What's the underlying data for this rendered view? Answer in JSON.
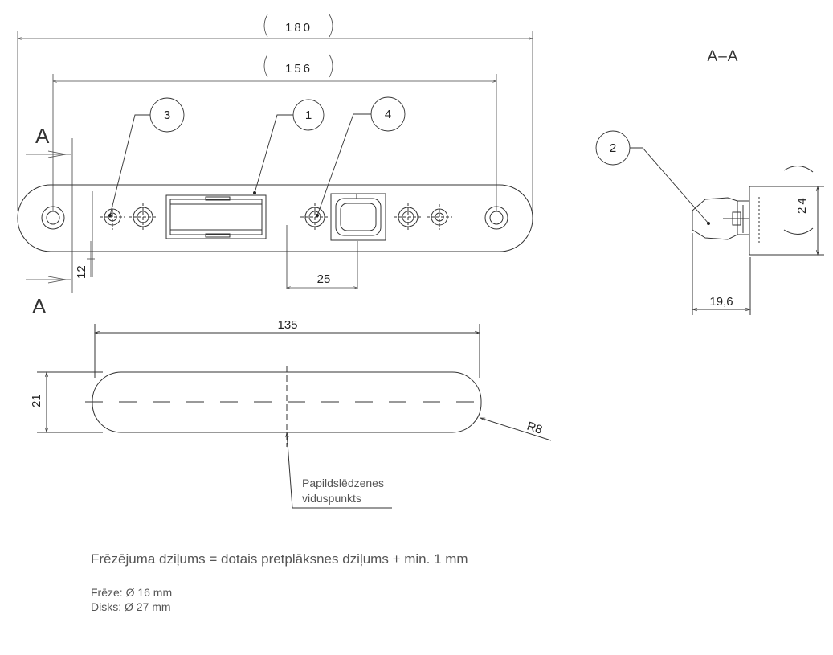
{
  "dimensions": {
    "total_length": "180",
    "hole_spacing": "156",
    "cut_length": "135",
    "cut_width": "21",
    "radius": "R8",
    "offset_12": "12",
    "offset_25": "25",
    "depth": "19,6",
    "height": "24"
  },
  "section": {
    "marker": "A",
    "title": "A–A"
  },
  "balloons": {
    "b1": "1",
    "b2": "2",
    "b3": "3",
    "b4": "4"
  },
  "annotation": {
    "line1": "Papildslēdzenes",
    "line2": "viduspunkts"
  },
  "notes": {
    "main": "Frēzējuma dziļums = dotais pretplāksnes dziļums + min. 1 mm",
    "tool1": "Frēze: Ø 16 mm",
    "tool2": "Disks: Ø 27 mm"
  }
}
